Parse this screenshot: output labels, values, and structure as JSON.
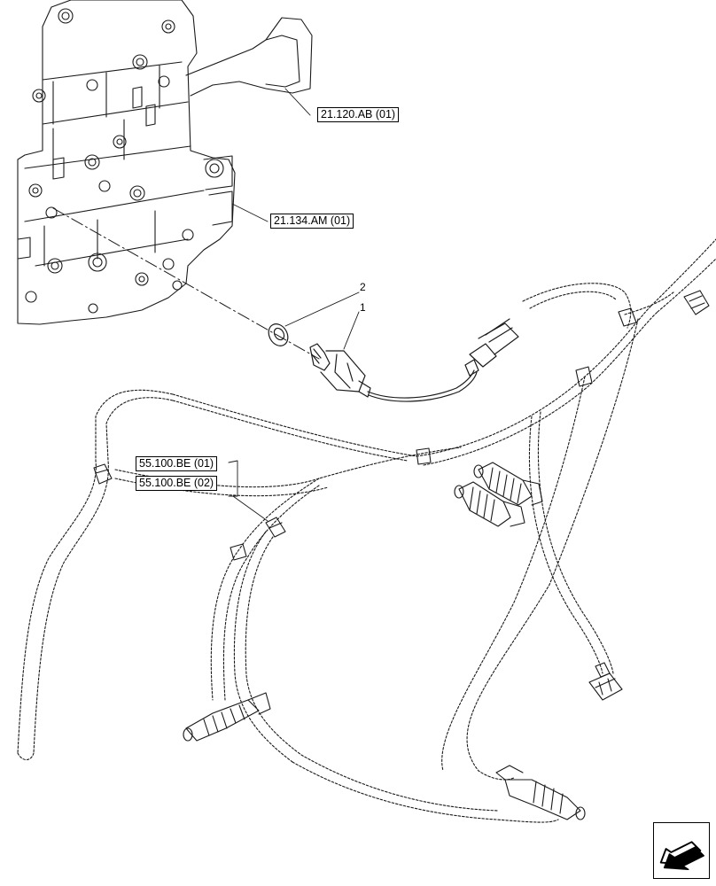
{
  "refs": {
    "ref_21_120_ab": "21.120.AB (01)",
    "ref_21_134_am": "21.134.AM (01)",
    "ref_55_100_be_01": "55.100.BE (01)",
    "ref_55_100_be_02": "55.100.BE (02)"
  },
  "callouts": {
    "item_1": "1",
    "item_2": "2"
  },
  "icons": {
    "nav_arrow": "arrow-previous-icon"
  },
  "colors": {
    "line": "#1a1a1a",
    "background": "#ffffff"
  }
}
